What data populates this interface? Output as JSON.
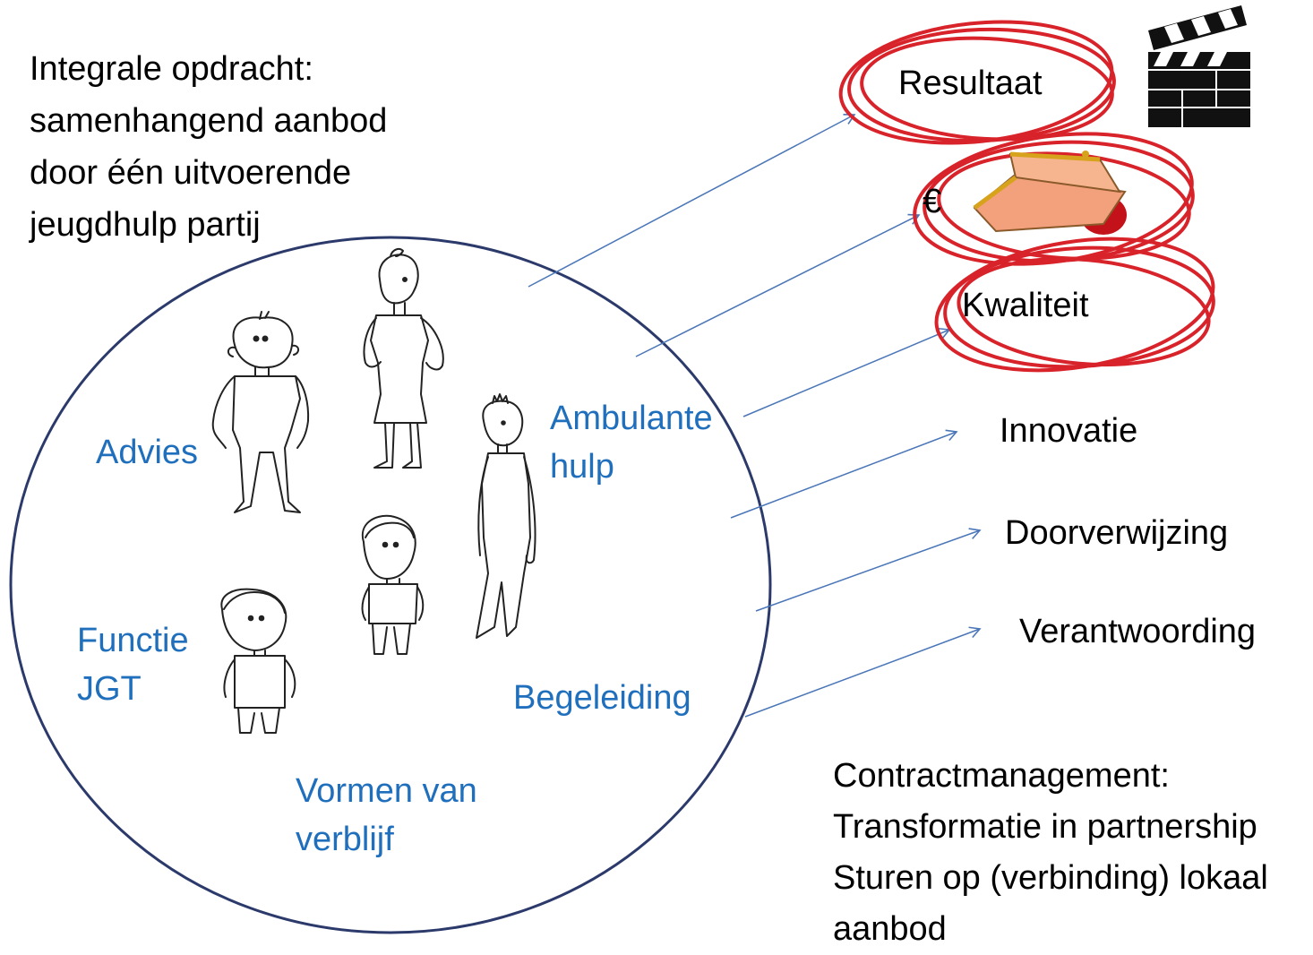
{
  "intro": {
    "lines": [
      "Integrale opdracht:",
      "samenhangend aanbod",
      "door één uitvoerende",
      "jeugdhulp partij"
    ]
  },
  "services": {
    "advies": "Advies",
    "ambulante": [
      "Ambulante",
      "hulp"
    ],
    "functie": [
      "Functie",
      "JGT"
    ],
    "begeleiding": "Begeleiding",
    "verblijf": [
      "Vormen van",
      "verblijf"
    ]
  },
  "outcomes": {
    "resultaat": "Resultaat",
    "euro": "€",
    "kwaliteit": "Kwaliteit",
    "innovatie": "Innovatie",
    "doorverwijzing": "Doorverwijzing",
    "verantwoording": "Verantwoording"
  },
  "contract": {
    "lines": [
      "Contractmanagement:",
      "Transformatie in partnership",
      "Sturen op (verbinding)  lokaal",
      "aanbod"
    ]
  },
  "colors": {
    "ellipse": "#2b3a6b",
    "service_text": "#1f6fbd",
    "arrow": "#4a76b8",
    "scribble": "#d8232a"
  },
  "icons": [
    "people-sketch-icon",
    "clapperboard-icon",
    "purse-icon"
  ]
}
